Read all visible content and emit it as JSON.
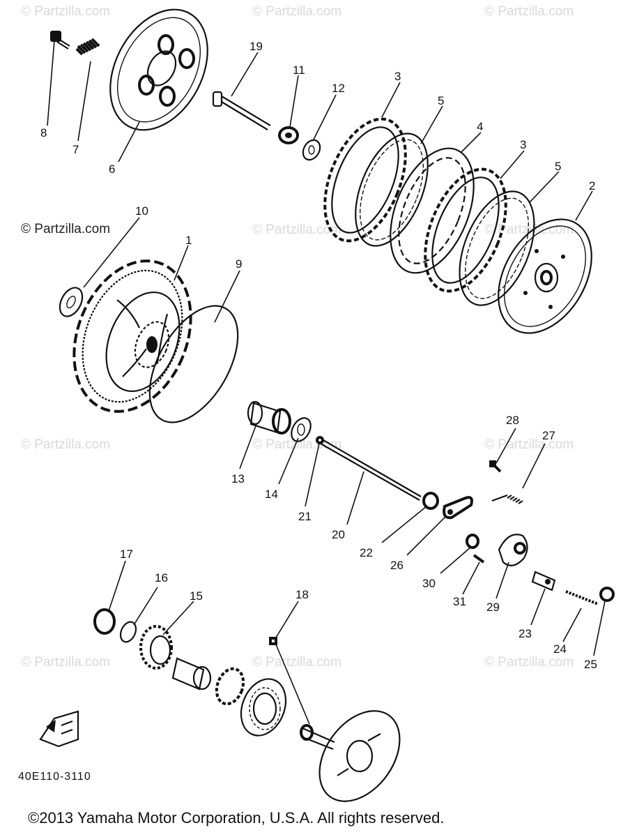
{
  "watermarks": {
    "small": "© Partzilla.com",
    "main": "© Partzilla.com"
  },
  "part_labels": [
    "1",
    "2",
    "3",
    "3",
    "4",
    "5",
    "5",
    "6",
    "7",
    "8",
    "9",
    "10",
    "11",
    "12",
    "13",
    "14",
    "15",
    "16",
    "17",
    "18",
    "19",
    "20",
    "21",
    "22",
    "23",
    "24",
    "25",
    "26",
    "27",
    "28",
    "29",
    "30",
    "31"
  ],
  "drawing_code": "40E110-3110",
  "copyright": "©2013 Yamaha Motor Corporation, U.S.A. All rights reserved."
}
